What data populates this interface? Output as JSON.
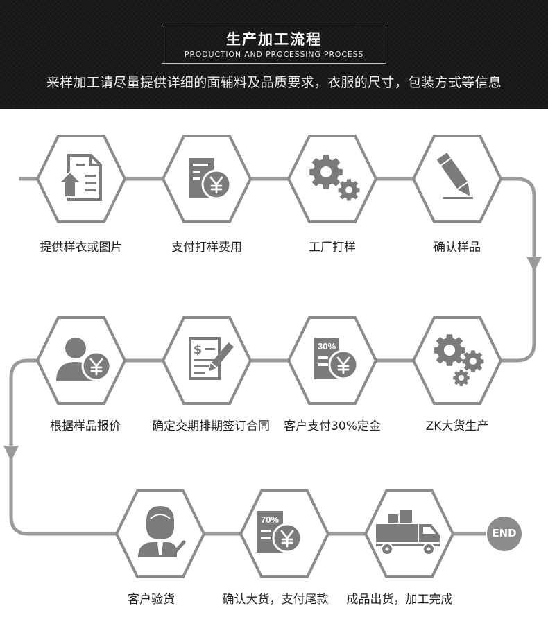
{
  "header": {
    "title_cn": "生产加工流程",
    "title_en": "PRODUCTION AND PROCESSING PROCESS",
    "subtitle": "来样加工请尽量提供详细的面辅料及品质要求，衣服的尺寸，包装方式等信息"
  },
  "colors": {
    "header_bg": "#161616",
    "line": "#9a9a9a",
    "icon": "#7b7b7b",
    "text": "#222222"
  },
  "steps": [
    {
      "label": "提供样衣或图片",
      "icon": "document-upload-icon"
    },
    {
      "label": "支付打样费用",
      "icon": "payment-yen-icon"
    },
    {
      "label": "工厂打样",
      "icon": "gears-icon"
    },
    {
      "label": "确认样品",
      "icon": "pencil-icon"
    },
    {
      "label": "ZK大货生产",
      "icon": "gears-icon"
    },
    {
      "label": "客户支付30%定金",
      "icon": "deposit-yen-icon",
      "badge": "30%"
    },
    {
      "label": "确定交期排期签订合同",
      "icon": "contract-pen-icon"
    },
    {
      "label": "根据样品报价",
      "icon": "person-yen-icon"
    },
    {
      "label": "客户验货",
      "icon": "inspector-check-icon"
    },
    {
      "label": "确认大货，支付尾款",
      "icon": "balance-yen-icon",
      "badge": "70%"
    },
    {
      "label": "成品出货，加工完成",
      "icon": "delivery-truck-icon"
    }
  ],
  "end_label": "END"
}
